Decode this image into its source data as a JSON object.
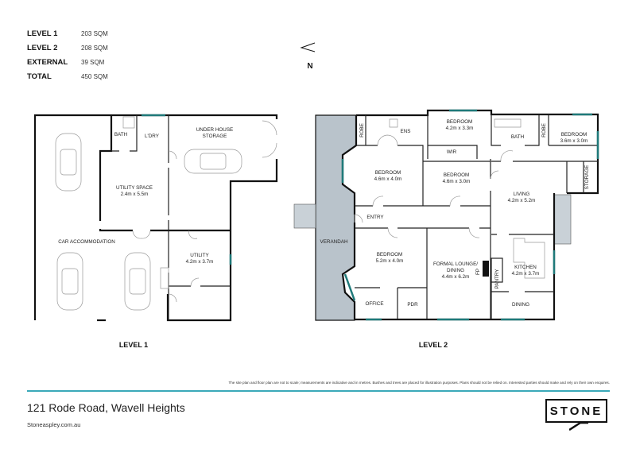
{
  "areas": [
    {
      "label": "LEVEL 1",
      "value": "203 SQM"
    },
    {
      "label": "LEVEL 2",
      "value": "208 SQM"
    },
    {
      "label": "EXTERNAL",
      "value": "39 SQM"
    },
    {
      "label": "TOTAL",
      "value": "450 SQM"
    }
  ],
  "north": {
    "icon": "north-arrow-icon",
    "label": "N"
  },
  "level1": {
    "title": "LEVEL 1",
    "rooms": {
      "bath": "BATH",
      "ldry": "L'DRY",
      "storage1": "UNDER HOUSE",
      "storage2": "STORAGE",
      "utility_space": "UTILITY SPACE",
      "utility_space_dim": "2.4m x 5.5m",
      "car": "CAR ACCOMMODATION",
      "utility": "UTILITY",
      "utility_dim": "4.2m x 3.7m"
    }
  },
  "level2": {
    "title": "LEVEL 2",
    "rooms": {
      "robe1": "ROBE",
      "ens": "ENS",
      "bed_top": "BEDROOM",
      "bed_top_dim": "4.2m x 3.3m",
      "wir": "WIR",
      "bath": "BATH",
      "robe2": "ROBE",
      "bed_right": "BEDROOM",
      "bed_right_dim": "3.6m x 3.0m",
      "bed_left": "BEDROOM",
      "bed_left_dim": "4.6m x 4.0m",
      "bed_mid": "BEDROOM",
      "bed_mid_dim": "4.6m x 3.0m",
      "storage": "STORAGE",
      "living": "LIVING",
      "living_dim": "4.2m x 5.2m",
      "entry": "ENTRY",
      "verandah": "VERANDAH",
      "bed_low": "BEDROOM",
      "bed_low_dim": "5.2m x 4.0m",
      "lounge1": "FORMAL LOUNGE/",
      "lounge2": "DINING",
      "lounge_dim": "4.4m x 6.2m",
      "fp": "FP",
      "pantry": "PANTRY",
      "kitchen": "KITCHEN",
      "kitchen_dim": "4.2m x 3.7m",
      "office": "OFFICE",
      "pdr": "PDR",
      "dining": "DINING"
    }
  },
  "colors": {
    "accent": "#3aa9b9",
    "verandah": "#b9c3cb",
    "window": "#1f7a7a"
  },
  "footer": {
    "disclaimer": "The site plan and floor plan are not to scale; measurements are indicative and in metres. Bushes and trees are placed for illustration purposes. Plans should not be relied on. Interested parties should make and rely on their own enquires.",
    "address": "121 Rode Road, Wavell Heights",
    "website": "Stoneaspley.com.au",
    "logo": "STONE"
  }
}
